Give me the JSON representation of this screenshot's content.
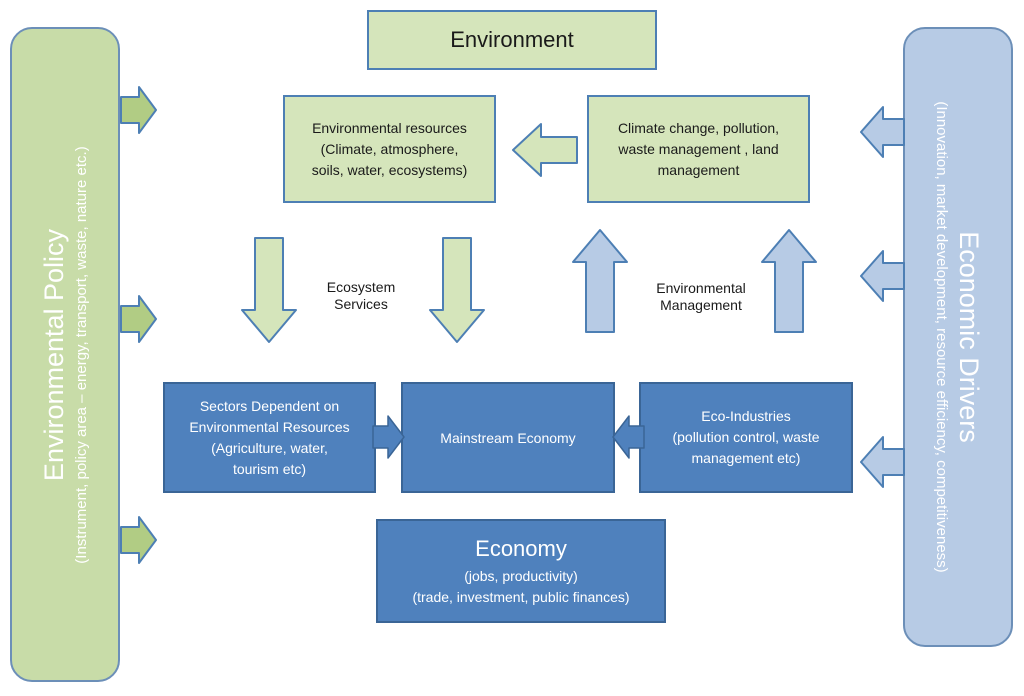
{
  "environment": {
    "title": "Environment"
  },
  "env_resources": {
    "lines": [
      "Environmental resources",
      "(Climate, atmosphere,",
      "soils, water, ecosystems)"
    ]
  },
  "climate": {
    "lines": [
      "Climate change, pollution,",
      "waste management , land",
      "management"
    ]
  },
  "ecosystem_label": {
    "lines": [
      "Ecosystem",
      "Services"
    ]
  },
  "env_mgmt_label": {
    "lines": [
      "Environmental",
      "Management"
    ]
  },
  "sectors": {
    "lines": [
      "Sectors  Dependent on",
      "Environmental Resources",
      "(Agriculture, water,",
      "tourism etc)"
    ]
  },
  "mainstream": {
    "title": "Mainstream Economy"
  },
  "eco_industries": {
    "lines": [
      "Eco-Industries",
      "(pollution control, waste",
      "management etc)"
    ]
  },
  "economy": {
    "title": "Economy",
    "lines": [
      "(jobs, productivity)",
      "(trade, investment, public finances)"
    ]
  },
  "env_policy": {
    "title": "Environmental Policy",
    "subtitle": "(Instrument, policy area – energy, transport, waste, nature etc.)"
  },
  "econ_drivers": {
    "title": "Economic Drivers",
    "subtitle": "(Innovation, market development, resource efficiency, competitiveness)"
  },
  "colors": {
    "green_fill": "#d5e5bb",
    "blue_fill": "#4f81bd",
    "light_blue_fill": "#b7cbe5",
    "side_green": "#c8dca8"
  }
}
